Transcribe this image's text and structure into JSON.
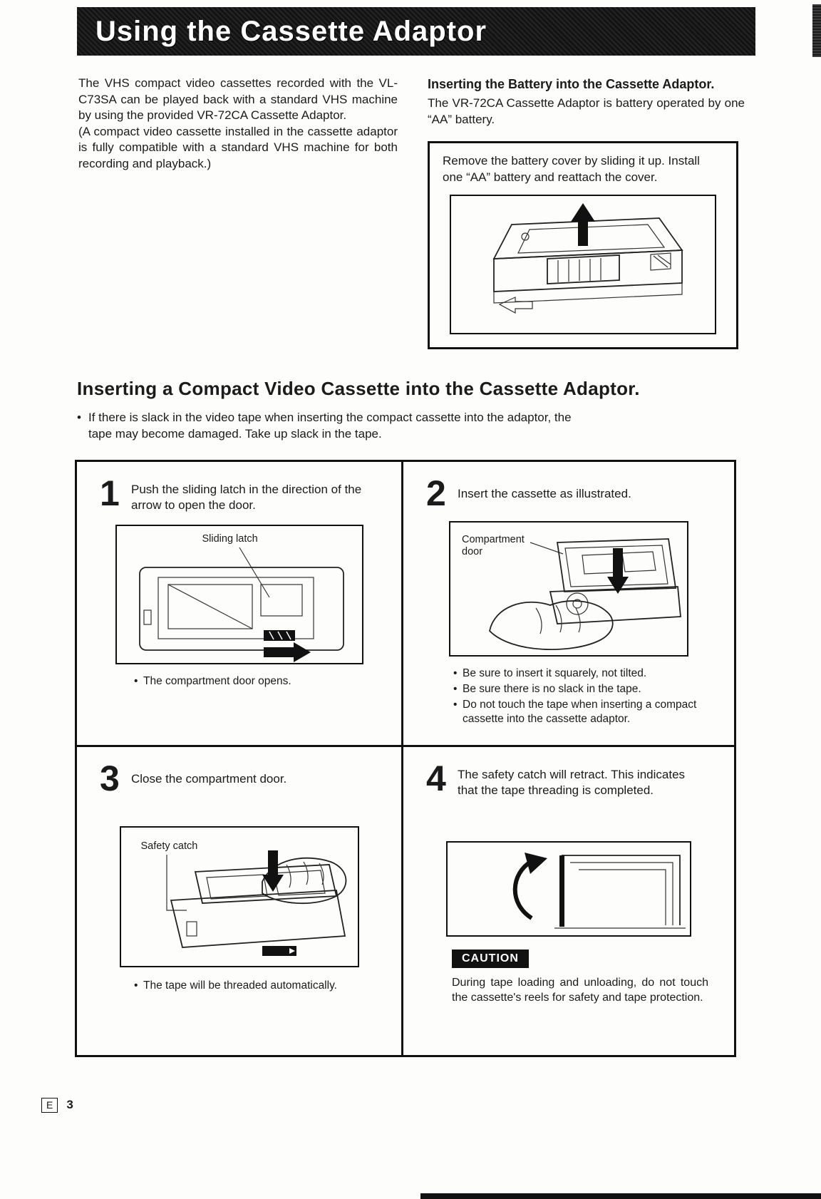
{
  "page": {
    "title": "Using the Cassette Adaptor",
    "footer": {
      "edition": "E",
      "page_number": "3"
    }
  },
  "intro": {
    "para1": "The VHS compact video cassettes recorded with the VL-C73SA can be played back with a standard VHS machine by using the provided VR-72CA Cassette Adaptor.",
    "para2": "(A compact video cassette installed in the cassette adaptor is fully compatible with a standard VHS machine for both recording and playback.)"
  },
  "battery_section": {
    "heading": "Inserting the Battery into the Cassette Adaptor.",
    "body": "The VR-72CA Cassette Adaptor is battery operated by one “AA” battery.",
    "box_text": "Remove the battery cover by sliding it up. Install one “AA” battery and reattach the cover."
  },
  "insert_section": {
    "heading": "Inserting a Compact Video Cassette into the Cassette Adaptor.",
    "bullet": "If there is slack in the video tape when inserting the compact cassette into the adaptor, the tape may become damaged. Take up slack in the tape."
  },
  "steps": [
    {
      "number": "1",
      "instruction": "Push the sliding latch in the direction of the arrow to open the door.",
      "figure_label": "Sliding latch",
      "notes": [
        "The compartment door opens."
      ]
    },
    {
      "number": "2",
      "instruction": "Insert the cassette as illustrated.",
      "figure_label": "Compartment door",
      "notes": [
        "Be sure to insert it squarely, not tilted.",
        "Be sure there is no slack in the tape.",
        "Do not touch the tape when inserting a compact cassette into the cassette adaptor."
      ]
    },
    {
      "number": "3",
      "instruction": "Close the compartment door.",
      "figure_label": "Safety catch",
      "notes": [
        "The tape will be threaded automatically."
      ]
    },
    {
      "number": "4",
      "instruction": "The safety catch will retract. This indicates that the tape threading is completed.",
      "caution_label": "CAUTION",
      "caution_text": "During tape loading and unloading, do not touch the cassette's reels for safety and tape protection."
    }
  ]
}
